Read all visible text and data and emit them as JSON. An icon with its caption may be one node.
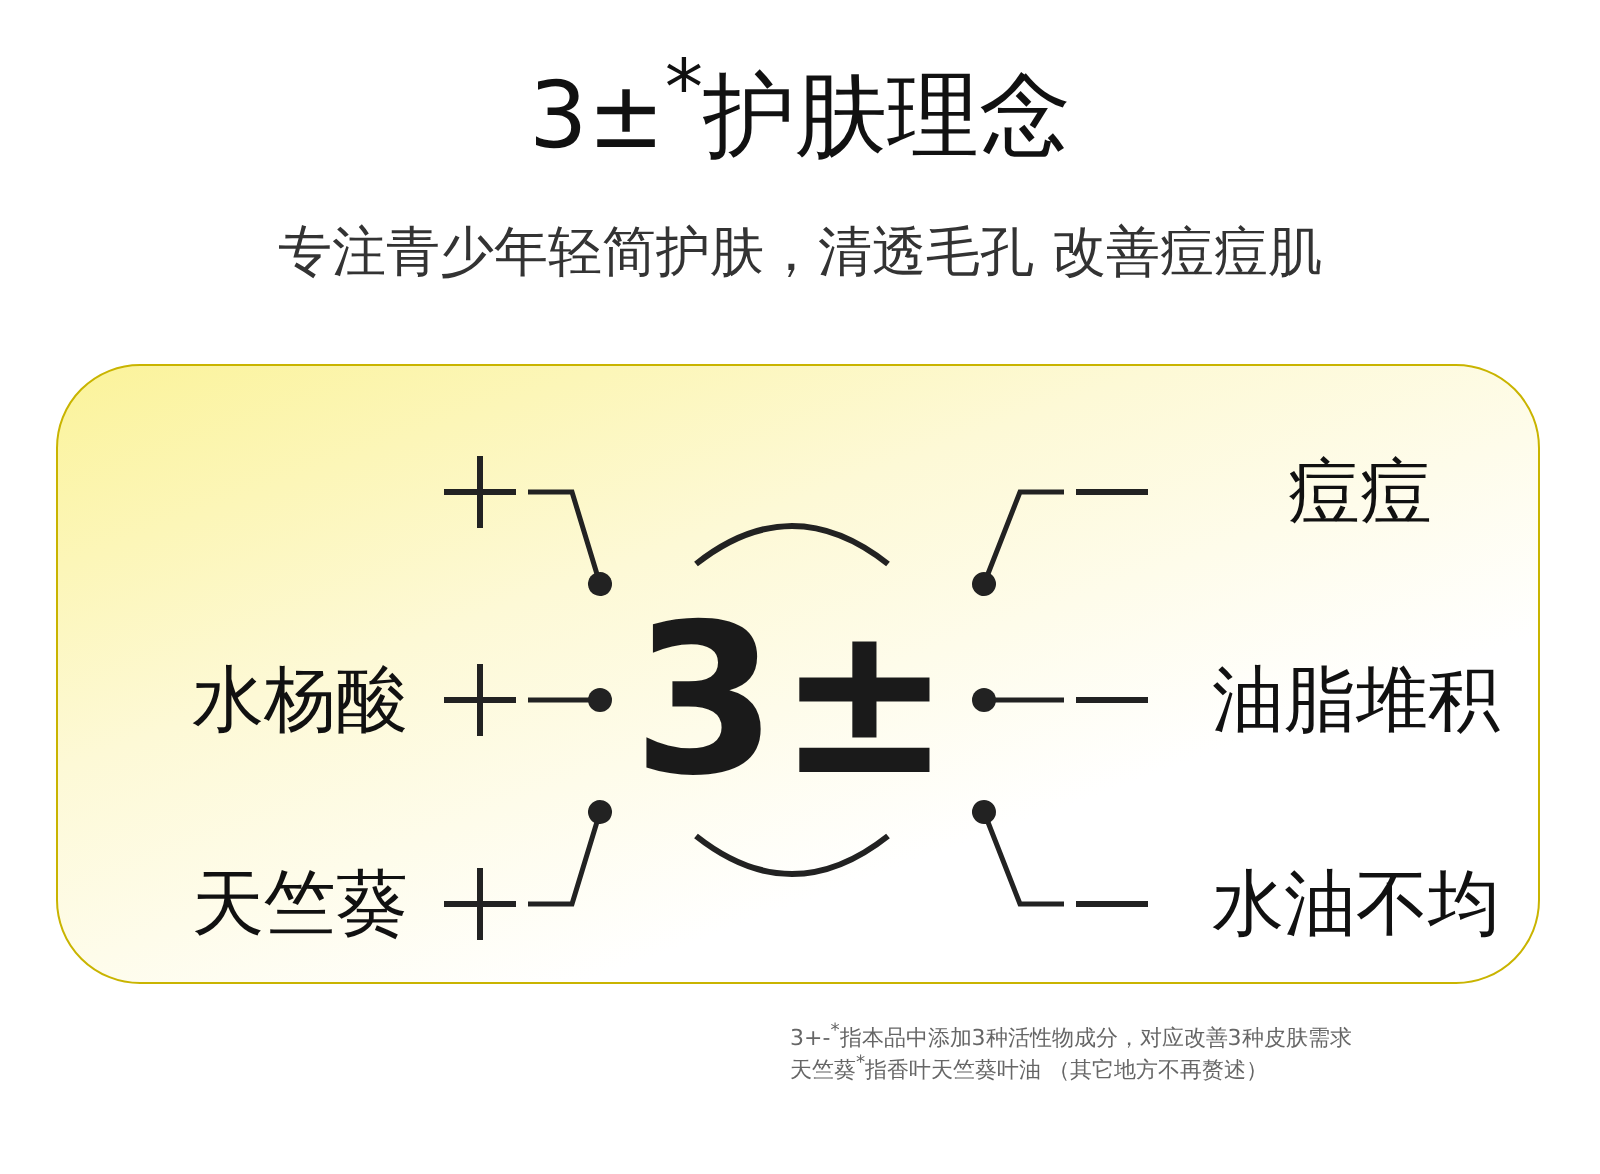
{
  "diagram": {
    "title": "3±$^{*}$护肤理念",
    "nodes": [
      {
        "text": [
          "3±"
        ]
      },
      {
        "text": [],
        "shape": "plus"
      },
      {
        "text": [
          "水杨酸"
        ]
      },
      {
        "text": [
          "天竺葵"
        ]
      },
      {
        "text": [
          "痘痘"
        ]
      },
      {
        "text": [
          "油脂堆积"
        ]
      },
      {
        "text": [
          "水油不均"
        ]
      }
    ],
    "edges": [
      {
        "from": 1,
        "to": 0,
        "arrow": "other"
      },
      {
        "from": 2,
        "to": 0,
        "arrow": "other"
      },
      {
        "from": 3,
        "to": 0,
        "arrow": "other"
      },
      {
        "from": 4,
        "to": 0,
        "arrow": "other"
      },
      {
        "from": 5,
        "to": 0,
        "arrow": "other"
      },
      {
        "from": 6,
        "to": 0,
        "arrow": "other"
      }
    ],
    "labels": [
      "专注青少年轻简护肤，清透毛孔 改善痘痘肌",
      "3+-$^{*}$指本品中添加3种活性物成分，对应改善3种皮肤需求",
      "天竺葵$^{*}$指香叶天竺葵叶油 （其它地方不再赘述）"
    ]
  }
}
